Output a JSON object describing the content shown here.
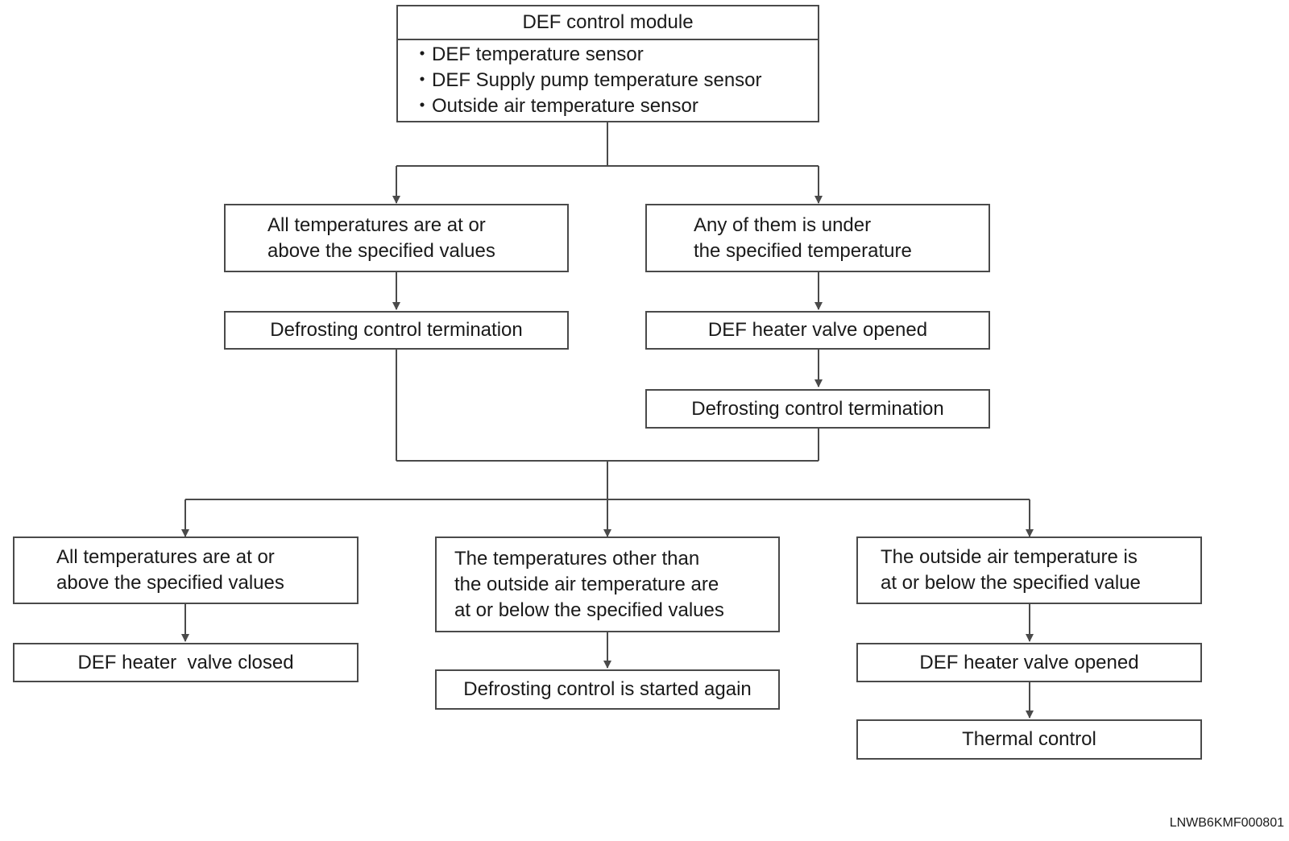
{
  "header": {
    "title": "DEF control module",
    "items": [
      "・DEF temperature sensor",
      "・DEF Supply pump temperature sensor",
      "・Outside air temperature sensor"
    ]
  },
  "level1": {
    "left": {
      "condition": [
        "All temperatures are at or",
        "above the specified values"
      ],
      "result": "Defrosting control termination"
    },
    "right": {
      "condition": [
        "Any of them is under",
        "the specified temperature"
      ],
      "result": "DEF heater valve opened",
      "result2": "Defrosting control termination"
    }
  },
  "level2": {
    "left": {
      "condition": [
        "All temperatures are at or",
        "above the specified values"
      ],
      "result": "DEF heater  valve closed"
    },
    "middle": {
      "condition": [
        "The temperatures other than",
        "the outside air temperature are",
        "at or below the specified values"
      ],
      "result": "Defrosting control is started again"
    },
    "right": {
      "condition": [
        "The outside air temperature is",
        "at or below the specified value"
      ],
      "result": "DEF heater valve opened",
      "result2": "Thermal control"
    }
  },
  "reference_code": "LNWB6KMF000801",
  "colors": {
    "line": "#4a4a4a",
    "text": "#1a1a1a",
    "background": "#ffffff"
  }
}
